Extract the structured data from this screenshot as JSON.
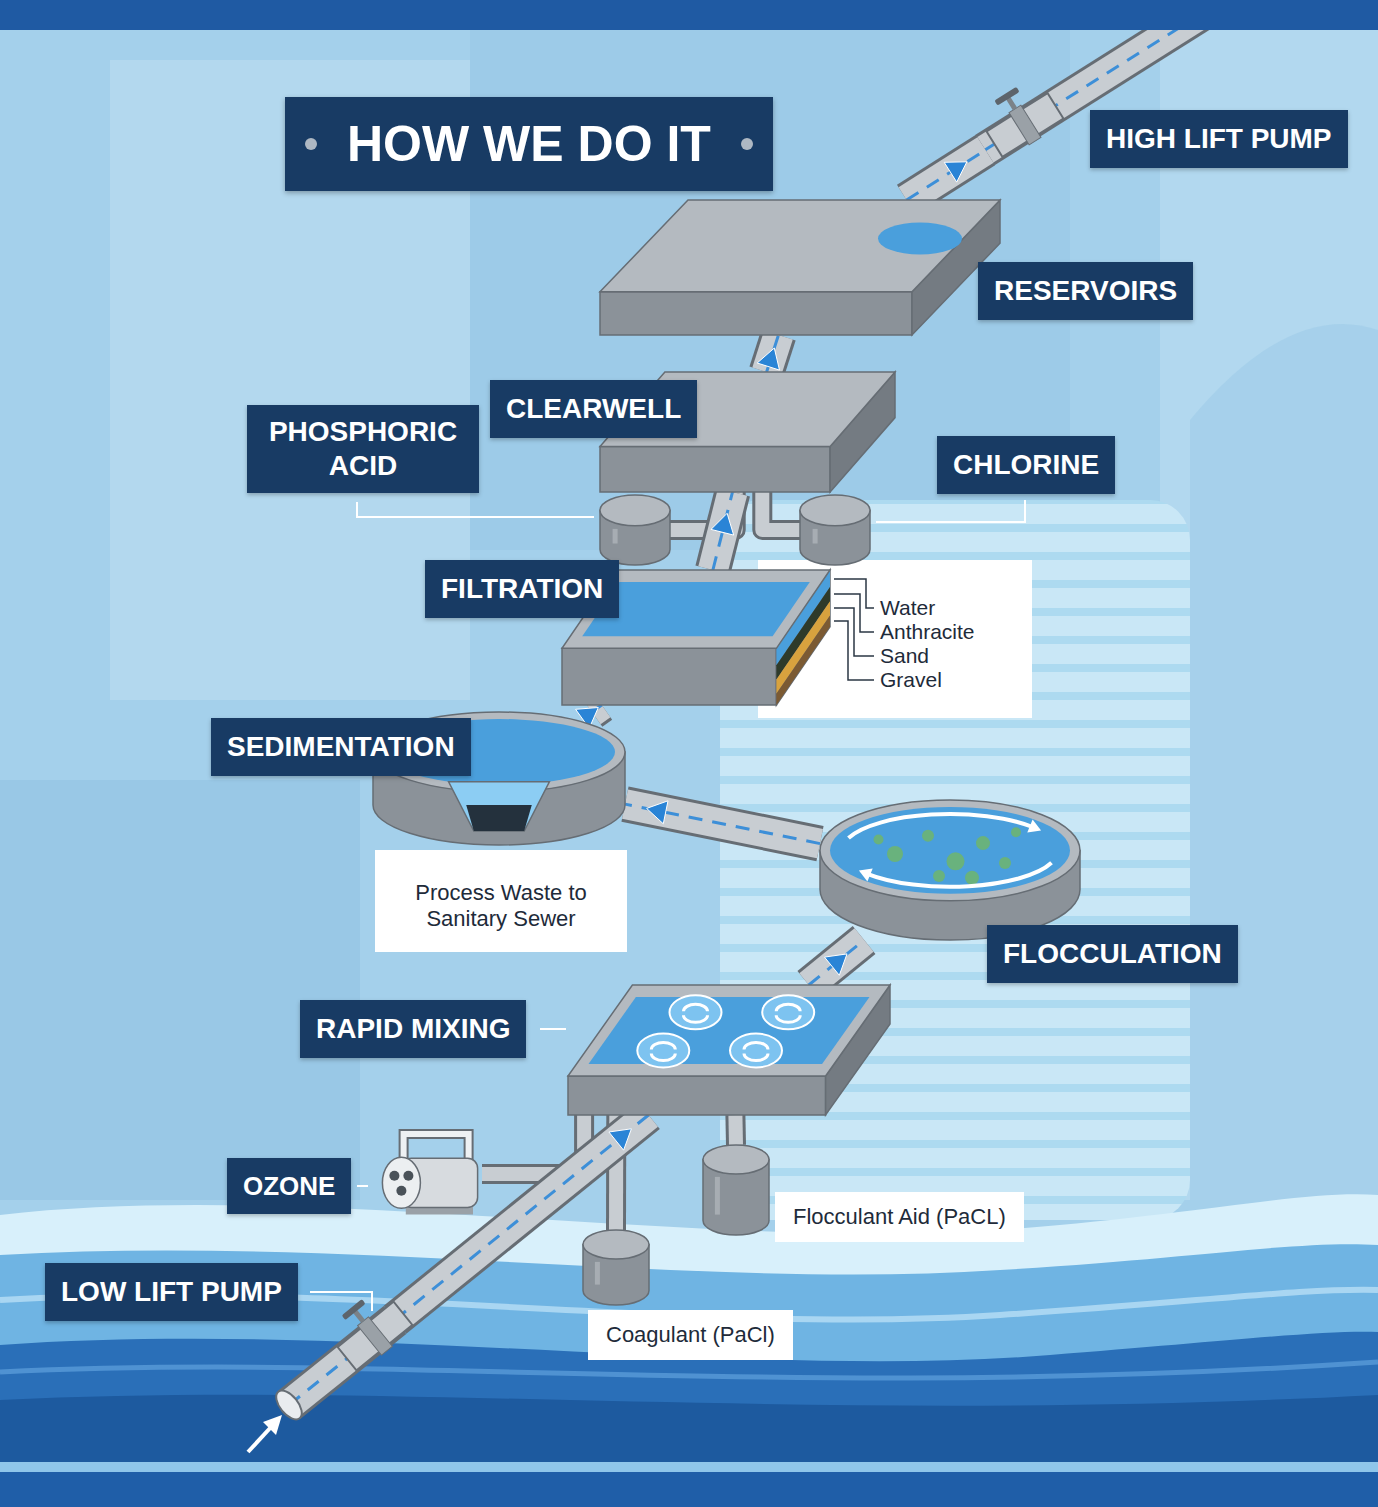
{
  "diagram": {
    "title": "HOW WE DO IT",
    "nodes": [
      {
        "text": [
          "HIGH LIFT PUMP"
        ]
      },
      {
        "text": [
          "RESERVOIRS"
        ]
      },
      {
        "text": [
          "CLEARWELL"
        ]
      },
      {
        "text": [
          "PHOSPHORIC ACID"
        ]
      },
      {
        "text": [
          "CHLORINE"
        ]
      },
      {
        "text": [
          "FILTRATION"
        ]
      },
      {
        "text": [
          "SEDIMENTATION"
        ]
      },
      {
        "text": [
          "FLOCCULATION"
        ]
      },
      {
        "text": [
          "RAPID MIXING"
        ]
      },
      {
        "text": [
          "OZONE"
        ]
      },
      {
        "text": [
          "Flocculant Aid (PaCL)"
        ]
      },
      {
        "text": [
          "LOW LIFT PUMP"
        ]
      },
      {
        "text": [
          "Coagulant (PaCl)"
        ]
      }
    ],
    "edges": [
      {
        "from": 11,
        "to": 8,
        "arrow": "to"
      },
      {
        "from": 9,
        "to": 8,
        "arrow": "none"
      },
      {
        "from": 12,
        "to": 8,
        "arrow": "none"
      },
      {
        "from": 10,
        "to": 8,
        "arrow": "none"
      },
      {
        "from": 8,
        "to": 7,
        "arrow": "to"
      },
      {
        "from": 7,
        "to": 6,
        "arrow": "to"
      },
      {
        "from": 6,
        "to": 5,
        "arrow": "to"
      },
      {
        "from": 5,
        "to": 2,
        "arrow": "to"
      },
      {
        "from": 3,
        "to": 2,
        "arrow": "none"
      },
      {
        "from": 4,
        "to": 2,
        "arrow": "none"
      },
      {
        "from": 2,
        "to": 1,
        "arrow": "to"
      },
      {
        "from": 1,
        "to": 0,
        "arrow": "to"
      }
    ],
    "labels": [
      "Water",
      "Anthracite",
      "Sand",
      "Gravel",
      "Process Waste to Sanitary Sewer"
    ]
  }
}
